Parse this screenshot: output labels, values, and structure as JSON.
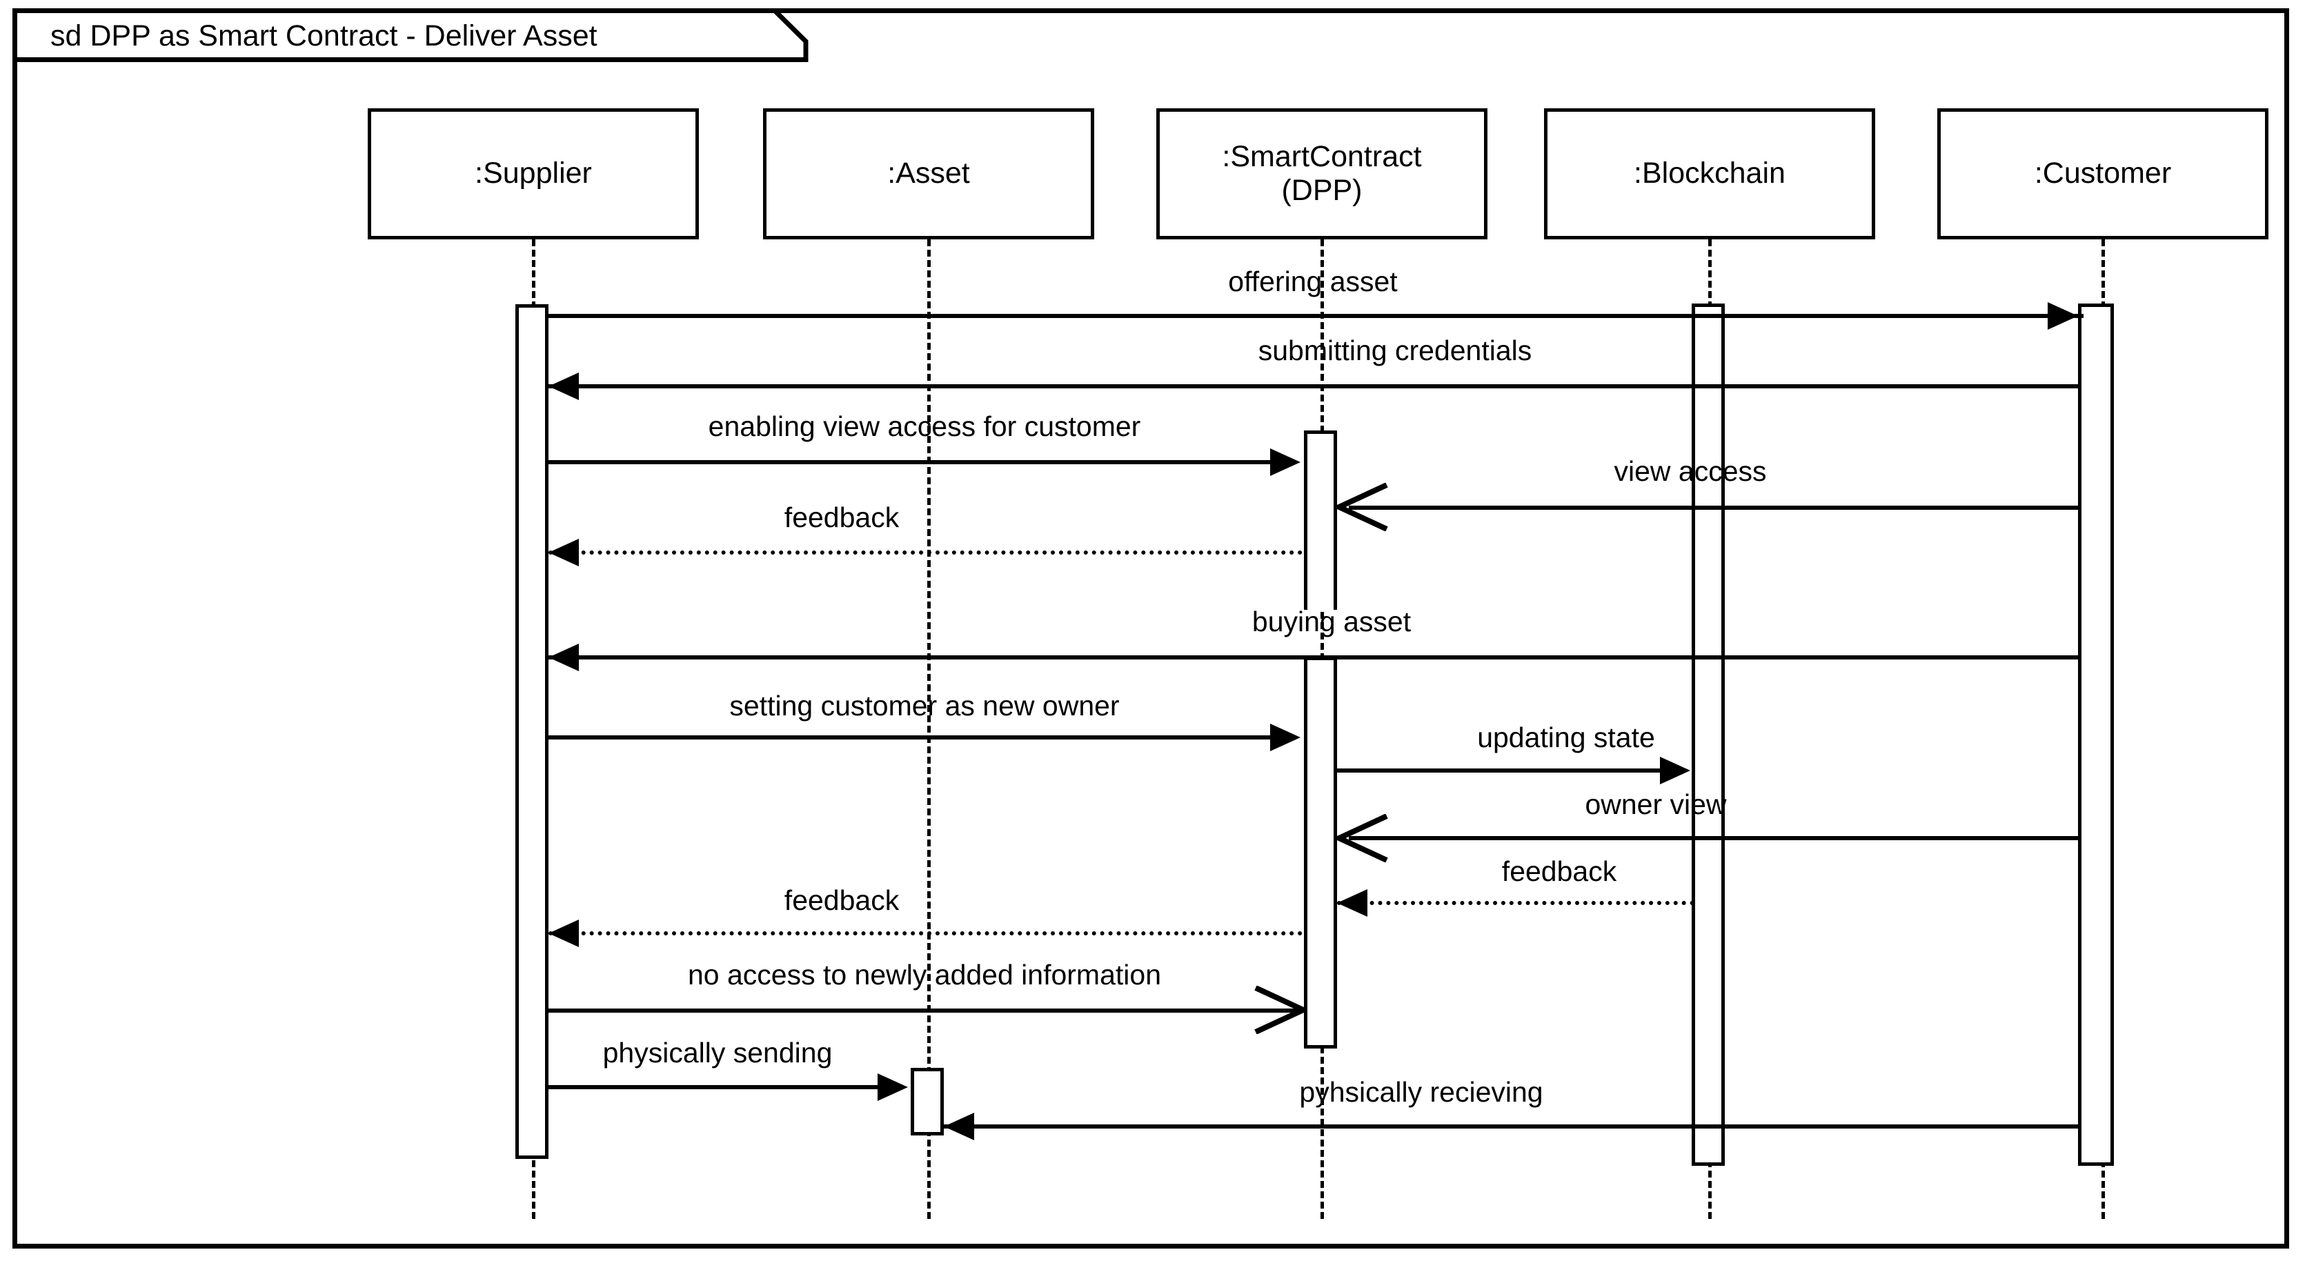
{
  "diagram": {
    "kind": "uml-sequence-diagram",
    "frame_tag": "sd DPP as Smart Contract - Deliver Asset",
    "stroke_color": "#000000",
    "background_color": "#ffffff"
  },
  "lifelines": [
    {
      "id": "supplier",
      "label": ":Supplier"
    },
    {
      "id": "asset",
      "label": ":Asset"
    },
    {
      "id": "smartcontract",
      "label": ":SmartContract\n(DPP)",
      "line1": ":SmartContract",
      "line2": "(DPP)"
    },
    {
      "id": "blockchain",
      "label": ":Blockchain"
    },
    {
      "id": "customer",
      "label": ":Customer"
    }
  ],
  "messages": [
    {
      "n": 1,
      "label": "offering asset",
      "from": "supplier",
      "to": "customer",
      "style": "solid",
      "arrow": "filled"
    },
    {
      "n": 2,
      "label": "submitting credentials",
      "from": "customer",
      "to": "supplier",
      "style": "solid",
      "arrow": "filled"
    },
    {
      "n": 3,
      "label": "enabling view access for customer",
      "from": "supplier",
      "to": "smartcontract",
      "style": "solid",
      "arrow": "filled"
    },
    {
      "n": 4,
      "label": "view access",
      "from": "customer",
      "to": "smartcontract",
      "style": "solid",
      "arrow": "open"
    },
    {
      "n": 5,
      "label": "feedback",
      "from": "smartcontract",
      "to": "supplier",
      "style": "dotted",
      "arrow": "filled"
    },
    {
      "n": 6,
      "label": "buying asset",
      "from": "customer",
      "to": "supplier",
      "style": "solid",
      "arrow": "filled"
    },
    {
      "n": 7,
      "label": "setting customer as new owner",
      "from": "supplier",
      "to": "smartcontract",
      "style": "solid",
      "arrow": "filled"
    },
    {
      "n": 8,
      "label": "updating state",
      "from": "smartcontract",
      "to": "blockchain",
      "style": "solid",
      "arrow": "filled"
    },
    {
      "n": 9,
      "label": "owner view",
      "from": "customer",
      "to": "smartcontract",
      "style": "solid",
      "arrow": "open"
    },
    {
      "n": 10,
      "label": "feedback",
      "from": "blockchain",
      "to": "smartcontract",
      "style": "dotted",
      "arrow": "filled"
    },
    {
      "n": 11,
      "label": "feedback",
      "from": "smartcontract",
      "to": "supplier",
      "style": "dotted",
      "arrow": "filled"
    },
    {
      "n": 12,
      "label": "no access to newly added information",
      "from": "supplier",
      "to": "smartcontract",
      "style": "solid",
      "arrow": "open"
    },
    {
      "n": 13,
      "label": "physically sending",
      "from": "supplier",
      "to": "asset",
      "style": "solid",
      "arrow": "filled"
    },
    {
      "n": 14,
      "label": "pyhsically recieving",
      "from": "customer",
      "to": "asset",
      "style": "solid",
      "arrow": "filled"
    }
  ]
}
